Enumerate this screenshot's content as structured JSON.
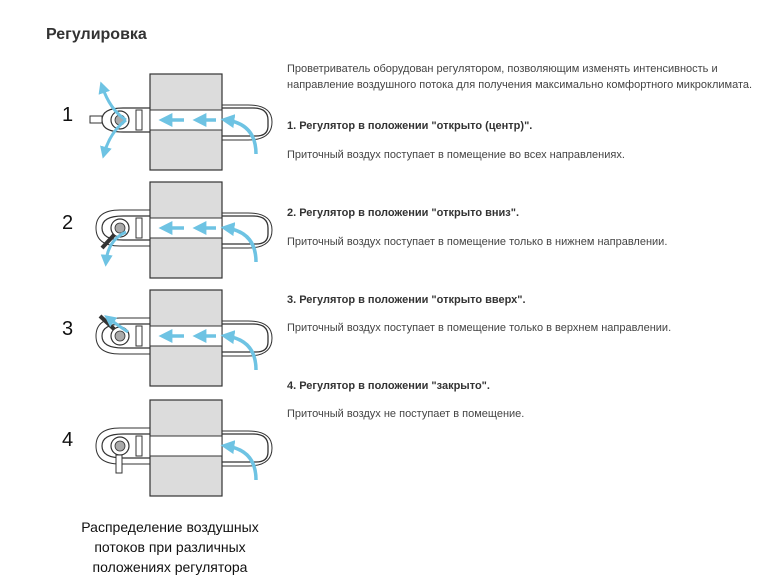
{
  "title": "Регулировка",
  "intro": "Проветриватель оборудован регулятором, позволяющим изменять интенсивность и направление воздушного потока для получения максимально комфортного микроклимата.",
  "items": [
    {
      "heading": "1. Регулятор в положении \"открыто (центр)\".",
      "text": "Приточный воздух поступает в помещение во всех направлениях."
    },
    {
      "heading": "2. Регулятор в положении \"открыто вниз\".",
      "text": "Приточный воздух поступает в помещение только в нижнем направлении."
    },
    {
      "heading": "3. Регулятор в положении \"открыто вверх\".",
      "text": "Приточный воздух поступает в помещение только в верхнем направлении."
    },
    {
      "heading": "4. Регулятор в положении \"закрыто\".",
      "text": "Приточный воздух не поступает в помещение."
    }
  ],
  "diagram_numbers": [
    "1",
    "2",
    "3",
    "4"
  ],
  "caption": "Распределение воздушных потоков при различных положениях регулятора",
  "colors": {
    "airflow": "#6ec3e3",
    "frame_fill": "#dcdcdc",
    "outline": "#333333"
  }
}
